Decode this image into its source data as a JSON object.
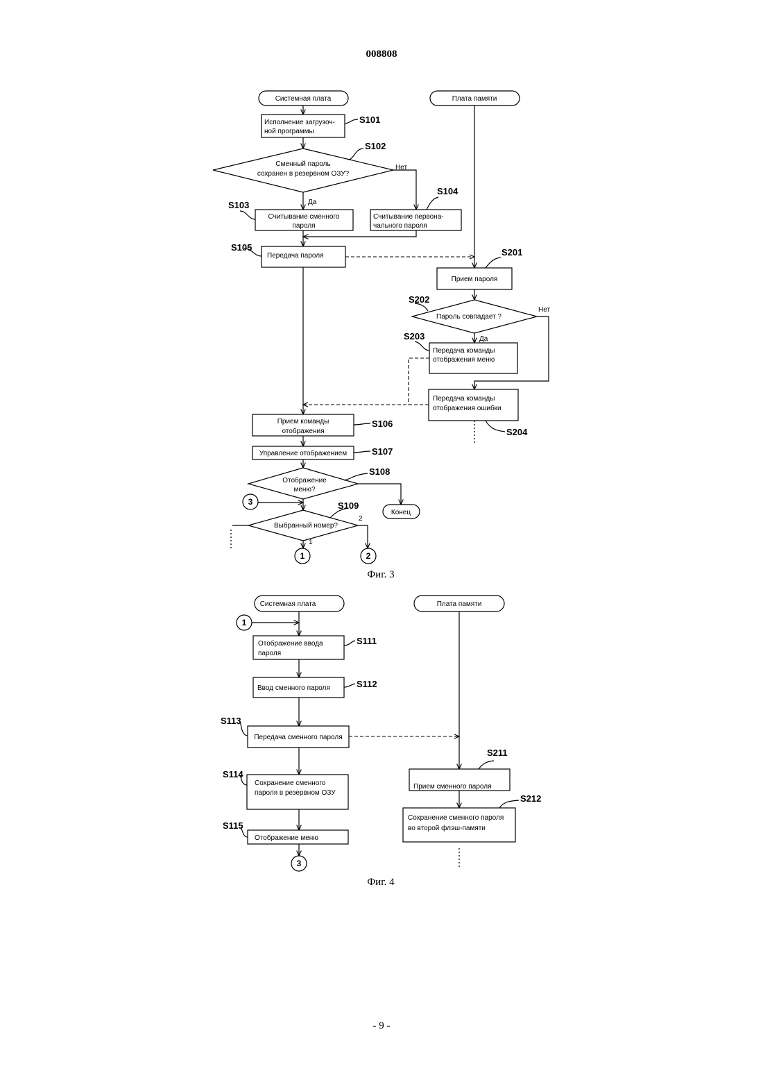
{
  "page_header": "008808",
  "page_number": "- 9 -",
  "fig3": {
    "caption": "Фиг. 3",
    "lane_system": "Системная плата",
    "lane_memory": "Плата памяти",
    "s101": {
      "id": "S101",
      "line1": "Исполнение загрузоч-",
      "line2": "ной программы"
    },
    "s102": {
      "id": "S102",
      "line1": "Сменный пароль",
      "line2": "сохранен в резервном ОЗУ?",
      "yes": "Да",
      "no": "Нет"
    },
    "s103": {
      "id": "S103",
      "line1": "Считывание сменного",
      "line2": "пароля"
    },
    "s104": {
      "id": "S104",
      "line1": "Считывание первона-",
      "line2": "чального пароля"
    },
    "s105": {
      "id": "S105",
      "line1": "Передача пароля"
    },
    "s201": {
      "id": "S201",
      "line1": "Прием пароля"
    },
    "s202": {
      "id": "S202",
      "line1": "Пароль совпадает ?",
      "yes": "Да",
      "no": "Нет"
    },
    "s203": {
      "id": "S203",
      "line1": "Передача команды",
      "line2": "отображения меню"
    },
    "s204": {
      "id": "S204",
      "line1": "Передача команды",
      "line2": "отображения ошибки"
    },
    "s106": {
      "id": "S106",
      "line1": "Прием команды",
      "line2": "отображения"
    },
    "s107": {
      "id": "S107",
      "line1": "Управление отображением"
    },
    "s108": {
      "id": "S108",
      "line1": "Отображение",
      "line2": "меню?"
    },
    "end": "Конец",
    "s109": {
      "id": "S109",
      "line1": "Выбранный номер?",
      "out1": "1",
      "out2": "2"
    },
    "conn1": "1",
    "conn2": "2",
    "conn3": "3"
  },
  "fig4": {
    "caption": "Фиг. 4",
    "lane_system": "Системная плата",
    "lane_memory": "Плата памяти",
    "conn_in": "1",
    "s111": {
      "id": "S111",
      "line1": "Отображение ввода",
      "line2": "пароля"
    },
    "s112": {
      "id": "S112",
      "line1": "Ввод сменного пароля"
    },
    "s113": {
      "id": "S113",
      "line1": "Передача сменного пароля"
    },
    "s114": {
      "id": "S114",
      "line1": "Сохранение сменного",
      "line2": "пароля в резервном ОЗУ"
    },
    "s115": {
      "id": "S115",
      "line1": "Отображение меню"
    },
    "conn_out": "3",
    "s211": {
      "id": "S211",
      "line1": "Прием сменного пароля"
    },
    "s212": {
      "id": "S212",
      "line1": "Сохранение сменного пароля",
      "line2": "во второй флэш-памяти"
    }
  }
}
